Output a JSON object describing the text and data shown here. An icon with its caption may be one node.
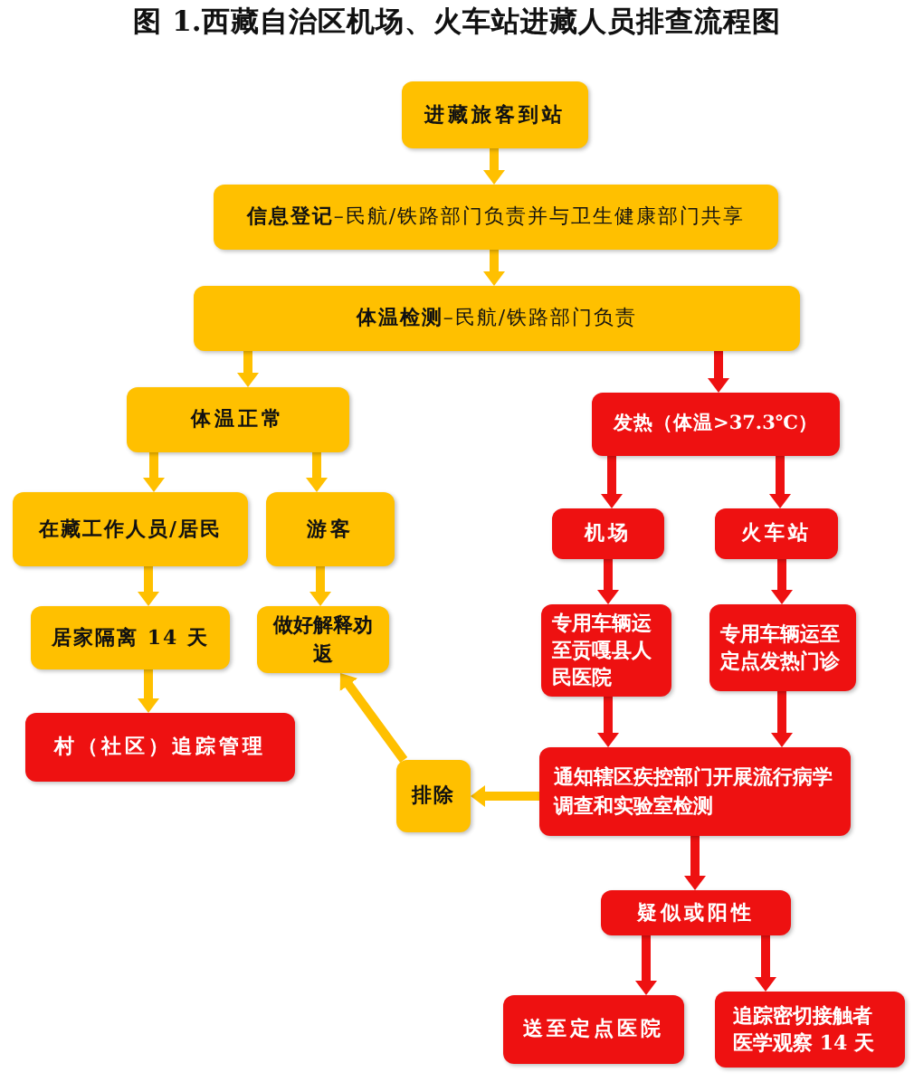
{
  "diagram": {
    "title": "图 1.西藏自治区机场、火车站进藏人员排查流程图",
    "nodes": [
      {
        "text": [
          "进藏旅客到站"
        ]
      },
      {
        "text": [
          "**信息登记**–民航/铁路部门负责并与卫生健康部门共享"
        ]
      },
      {
        "text": [
          "**体温检测**–民航/铁路部门负责"
        ]
      },
      {
        "text": [
          "体温正常"
        ]
      },
      {
        "text": [
          "发热（体温>37.3℃）"
        ]
      },
      {
        "text": [
          "在藏工作人员/居民"
        ]
      },
      {
        "text": [
          "游客"
        ]
      },
      {
        "text": [
          "机场"
        ]
      },
      {
        "text": [
          "火车站"
        ]
      },
      {
        "text": [
          "居家隔离 14 天"
        ]
      },
      {
        "text": [
          "做好解释劝返"
        ]
      },
      {
        "text": [
          "专用车辆运至贡嘎县人民医院"
        ]
      },
      {
        "text": [
          "专用车辆运至定点发热门诊"
        ]
      },
      {
        "text": [
          "村（社区）追踪管理"
        ]
      },
      {
        "text": [
          "排除"
        ]
      },
      {
        "text": [
          "通知辖区疾控部门开展流行病学调查和实验室检测"
        ]
      },
      {
        "text": [
          "疑似或阳性"
        ]
      },
      {
        "text": [
          "送至定点医院"
        ]
      },
      {
        "text": [
          "追踪密切接触者医学观察 14 天"
        ]
      }
    ],
    "edges": [
      {
        "from": 0,
        "to": 1,
        "arrow": "to",
        "color": "#ffc000"
      },
      {
        "from": 1,
        "to": 2,
        "arrow": "to",
        "color": "#ffc000"
      },
      {
        "from": 2,
        "to": 3,
        "arrow": "to",
        "color": "#ffc000"
      },
      {
        "from": 2,
        "to": 4,
        "arrow": "to",
        "color": "#ee1111"
      },
      {
        "from": 3,
        "to": 5,
        "arrow": "to",
        "color": "#ffc000"
      },
      {
        "from": 3,
        "to": 6,
        "arrow": "to",
        "color": "#ffc000"
      },
      {
        "from": 5,
        "to": 9,
        "arrow": "to",
        "color": "#ffc000"
      },
      {
        "from": 6,
        "to": 10,
        "arrow": "to",
        "color": "#ffc000"
      },
      {
        "from": 9,
        "to": 13,
        "arrow": "to",
        "color": "#ffc000"
      },
      {
        "from": 4,
        "to": 7,
        "arrow": "to",
        "color": "#ee1111"
      },
      {
        "from": 4,
        "to": 8,
        "arrow": "to",
        "color": "#ee1111"
      },
      {
        "from": 7,
        "to": 11,
        "arrow": "to",
        "color": "#ee1111"
      },
      {
        "from": 8,
        "to": 12,
        "arrow": "to",
        "color": "#ee1111"
      },
      {
        "from": 11,
        "to": 15,
        "arrow": "to",
        "color": "#ee1111"
      },
      {
        "from": 12,
        "to": 15,
        "arrow": "to",
        "color": "#ee1111"
      },
      {
        "from": 15,
        "to": 14,
        "arrow": "to",
        "color": "#ffc000"
      },
      {
        "from": 14,
        "to": 10,
        "arrow": "to",
        "color": "#ffc000"
      },
      {
        "from": 15,
        "to": 16,
        "arrow": "to",
        "color": "#ee1111"
      },
      {
        "from": 16,
        "to": 17,
        "arrow": "to",
        "color": "#ee1111"
      },
      {
        "from": 16,
        "to": 18,
        "arrow": "to",
        "color": "#ee1111"
      }
    ]
  }
}
